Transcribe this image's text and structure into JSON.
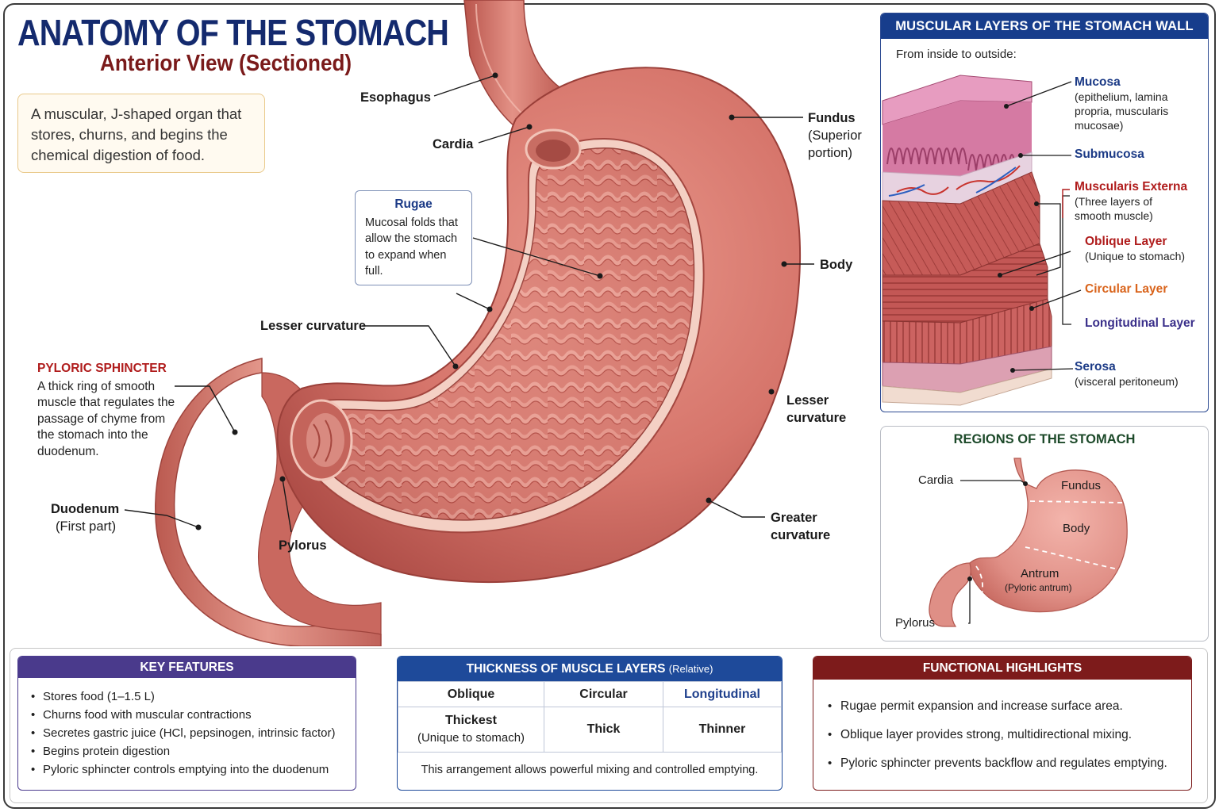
{
  "title": "ANATOMY OF THE STOMACH",
  "subtitle": "Anterior View (Sectioned)",
  "intro": "A muscular, J-shaped organ that stores, churns, and begins the chemical digestion of food.",
  "labels": {
    "esophagus": "Esophagus",
    "cardia": "Cardia",
    "fundus": "Fundus",
    "fundus_sub": "(Superior portion)",
    "body": "Body",
    "lesser_curvature_left": "Lesser curvature",
    "lesser_curvature_right": "Lesser curvature",
    "greater_curvature": "Greater curvature",
    "duodenum": "Duodenum",
    "duodenum_sub": "(First part)",
    "pylorus": "Pylorus"
  },
  "rugae": {
    "title": "Rugae",
    "text": "Mucosal folds that allow the stomach to expand when full."
  },
  "pyloric_sphincter": {
    "title": "PYLORIC SPHINCTER",
    "text": "A thick ring of smooth muscle that regulates the passage of chyme from the stomach into the duodenum."
  },
  "layers_panel": {
    "heading": "MUSCULAR LAYERS OF THE STOMACH WALL",
    "intro": "From inside to outside:",
    "mucosa": "Mucosa",
    "mucosa_sub": "(epithelium, lamina propria, muscularis mucosae)",
    "submucosa": "Submucosa",
    "muscularis": "Muscularis Externa",
    "muscularis_sub": "(Three layers of smooth muscle)",
    "oblique": "Oblique Layer",
    "oblique_sub": "(Unique to stomach)",
    "circular": "Circular Layer",
    "longitudinal": "Longitudinal Layer",
    "serosa": "Serosa",
    "serosa_sub": "(visceral peritoneum)"
  },
  "regions_panel": {
    "heading": "REGIONS OF THE STOMACH",
    "cardia": "Cardia",
    "fundus": "Fundus",
    "body": "Body",
    "antrum": "Antrum",
    "antrum_sub": "(Pyloric antrum)",
    "pylorus": "Pylorus"
  },
  "key_features": {
    "heading": "KEY FEATURES",
    "items": [
      "Stores food (1–1.5 L)",
      "Churns food with muscular contractions",
      "Secretes gastric juice (HCl, pepsinogen, intrinsic factor)",
      "Begins protein digestion",
      "Pyloric sphincter controls emptying into the duodenum"
    ]
  },
  "thickness": {
    "heading": "THICKNESS OF MUSCLE LAYERS",
    "heading_note": "(Relative)",
    "columns": [
      "Oblique",
      "Circular",
      "Longitudinal"
    ],
    "values": [
      "Thickest",
      "Thick",
      "Thinner"
    ],
    "oblique_note": "(Unique to stomach)",
    "note": "This arrangement allows powerful mixing and controlled emptying."
  },
  "functional": {
    "heading": "FUNCTIONAL HIGHLIGHTS",
    "items": [
      "Rugae permit expansion and increase surface area.",
      "Oblique layer provides strong, multidirectional mixing.",
      "Pyloric sphincter prevents backflow and regulates emptying."
    ]
  },
  "colors": {
    "title_blue": "#142a6e",
    "subtitle_red": "#7a1a1a",
    "tissue": "#d9786e",
    "tissue_dark": "#b4514b",
    "mucosa_pink": "#e9a09c",
    "purple_head": "#4a3a8c",
    "blue_head": "#1e4a9a",
    "red_head": "#7d1b1b",
    "green_head": "#1d4a2a"
  }
}
